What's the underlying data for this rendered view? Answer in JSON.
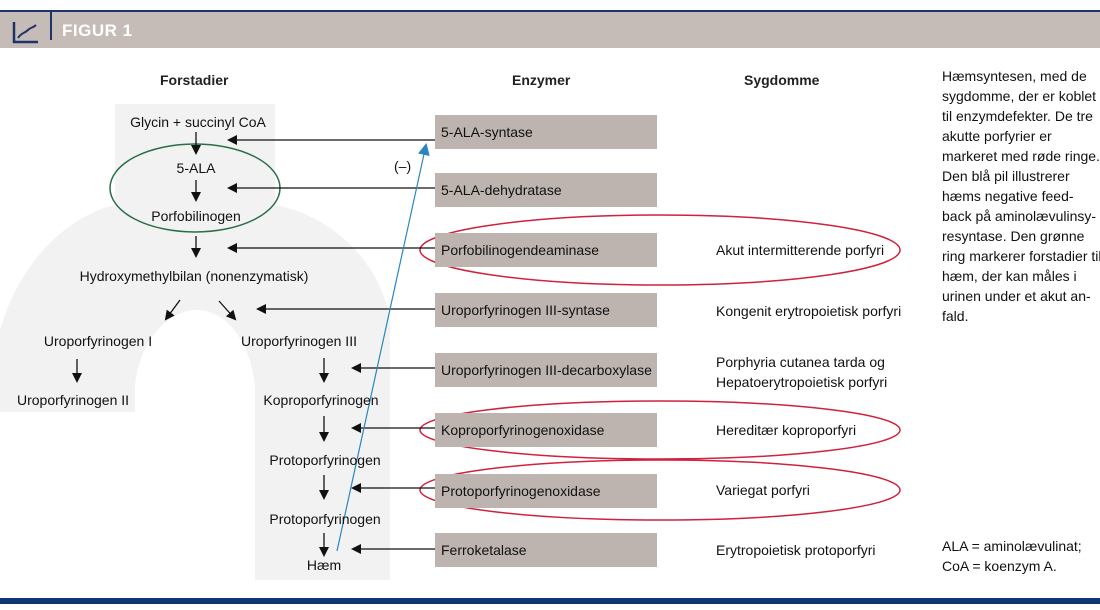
{
  "header": {
    "title": "FIGUR 1",
    "icon": "line-chart-icon",
    "bar_color": "#c5bcb8",
    "line_color": "#1f3466"
  },
  "columns": {
    "precursors": "Forstadier",
    "enzymes": "Enzymer",
    "diseases": "Sygdomme"
  },
  "precursors": {
    "glycin": "Glycin + succinyl CoA",
    "ala": "5-ALA",
    "pbg": "Porfobilinogen",
    "hmb": "Hydroxymethylbilan (nonenzymatisk)",
    "uro1": "Uroporfyrinogen I",
    "uro2": "Uroporfyrinogen II",
    "uro3": "Uroporfyrinogen III",
    "kopro": "Koproporfyrinogen",
    "proto1": "Protoporfyrinogen",
    "proto2": "Protoporfyrinogen",
    "haem": "Hæm"
  },
  "enzymes": [
    "5-ALA-syntase",
    "5-ALA-dehydratase",
    "Porfobilinogendeaminase",
    "Uroporfyrinogen III-syntase",
    "Uroporfyrinogen III-decarboxylase",
    "Koproporfyrinogenoxidase",
    "Protoporfyrinogenoxidase",
    "Ferroketalase"
  ],
  "diseases": [
    "",
    "",
    "Akut intermitterende porfyri",
    "Kongenit erytropoietisk porfyri",
    "Porphyria cutanea tarda og\nHepatoerytropoietisk porfyri",
    "Hereditær koproporfyri",
    "Variegat porfyri",
    "Erytropoietisk protoporfyri"
  ],
  "feedback_label": "(–)",
  "caption": "Hæmsyntesen, med de sygdomme, der er koblet til enzymdefekter. De tre akutte porfyrier er markeret med røde ringe. Den blå pil illustrerer hæms negative feed-back på aminolævulinsy-resyntase. Den grønne ring markerer forstadier til hæm, der kan måles i urinen under et akut an-fald.",
  "abbreviations": "ALA = aminolævulinat; CoA = koenzym A.",
  "colors": {
    "enzyme_box": "#bdb4b0",
    "acute_ring": "#d0213d",
    "precursor_ring": "#2a6e4a",
    "feedback_arrow": "#2b86c0",
    "background_band": "#f2f2f2",
    "bottom_rule": "#0f3672"
  }
}
